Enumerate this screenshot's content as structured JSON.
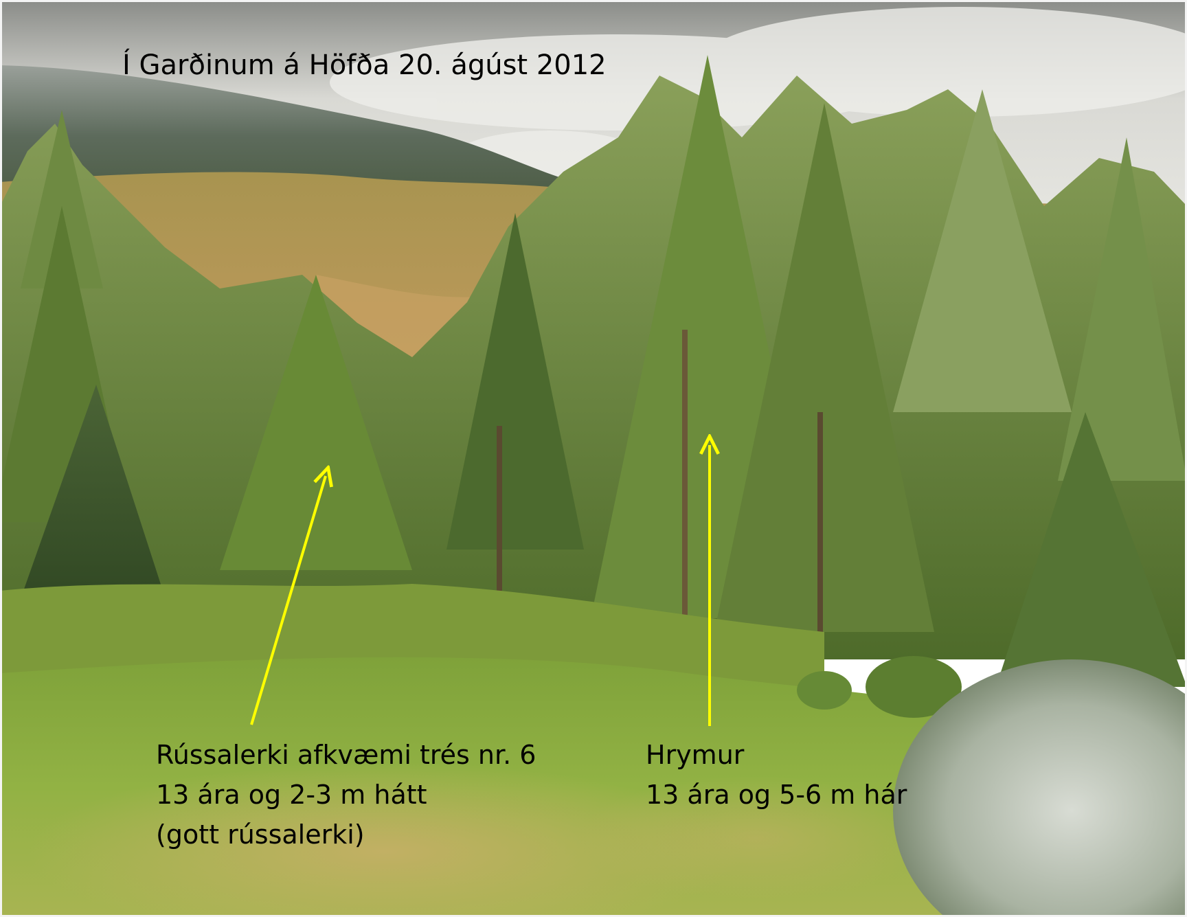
{
  "title": "Í Garðinum á Höfða 20. ágúst 2012",
  "annotations": [
    {
      "lines": [
        "Rússalerki afkvæmi trés nr. 6",
        "13 ára og 2-3 m hátt",
        "(gott rússalerki)"
      ]
    },
    {
      "lines": [
        "Hrymur",
        "13 ára og 5-6 m hár"
      ]
    }
  ],
  "colors": {
    "arrow": "#ffff00",
    "text": "#000000",
    "sky": "#dcdcd8",
    "mountain": "#5c6a5c",
    "meadow": "#b09a5a",
    "forest": "#5f7a34",
    "lawn": "#8cab3c",
    "dry_patch": "#b8a85c"
  }
}
